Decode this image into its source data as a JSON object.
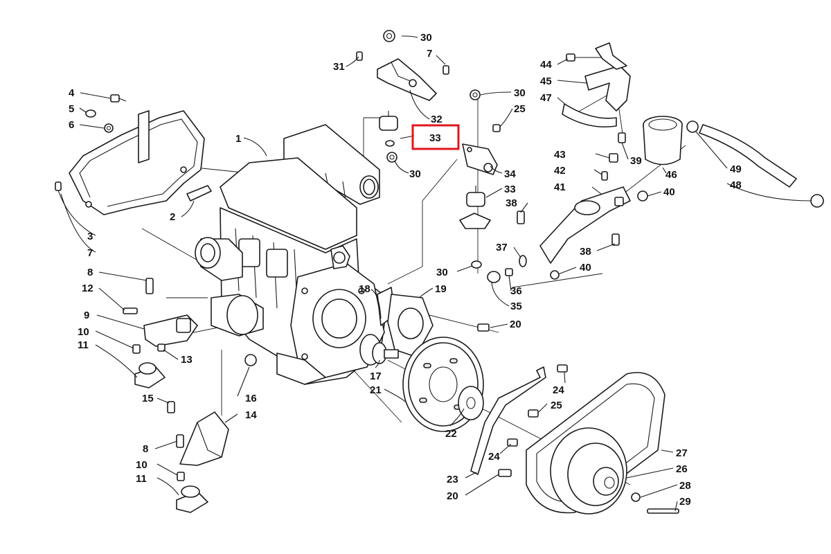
{
  "highlight": {
    "part_number": "33",
    "color": "#e0161b"
  },
  "callouts": [
    {
      "id": "c30a",
      "text": "30"
    },
    {
      "id": "c7a",
      "text": "7"
    },
    {
      "id": "c31",
      "text": "31"
    },
    {
      "id": "c32",
      "text": "32"
    },
    {
      "id": "c33a",
      "text": "33"
    },
    {
      "id": "c30b",
      "text": "30"
    },
    {
      "id": "c30c",
      "text": "30"
    },
    {
      "id": "c25a",
      "text": "25"
    },
    {
      "id": "c34",
      "text": "34"
    },
    {
      "id": "c33b",
      "text": "33"
    },
    {
      "id": "c30d",
      "text": "30"
    },
    {
      "id": "c4",
      "text": "4"
    },
    {
      "id": "c5",
      "text": "5"
    },
    {
      "id": "c6",
      "text": "6"
    },
    {
      "id": "c1",
      "text": "1"
    },
    {
      "id": "c2",
      "text": "2"
    },
    {
      "id": "c3",
      "text": "3"
    },
    {
      "id": "c7b",
      "text": "7"
    },
    {
      "id": "c8a",
      "text": "8"
    },
    {
      "id": "c12",
      "text": "12"
    },
    {
      "id": "c9",
      "text": "9"
    },
    {
      "id": "c10a",
      "text": "10"
    },
    {
      "id": "c11a",
      "text": "11"
    },
    {
      "id": "c13",
      "text": "13"
    },
    {
      "id": "c15",
      "text": "15"
    },
    {
      "id": "c16",
      "text": "16"
    },
    {
      "id": "c14",
      "text": "14"
    },
    {
      "id": "c8b",
      "text": "8"
    },
    {
      "id": "c10b",
      "text": "10"
    },
    {
      "id": "c11b",
      "text": "11"
    },
    {
      "id": "c18",
      "text": "18"
    },
    {
      "id": "c19",
      "text": "19"
    },
    {
      "id": "c20a",
      "text": "20"
    },
    {
      "id": "c17",
      "text": "17"
    },
    {
      "id": "c21",
      "text": "21"
    },
    {
      "id": "c22",
      "text": "22"
    },
    {
      "id": "c24a",
      "text": "24"
    },
    {
      "id": "c25b",
      "text": "25"
    },
    {
      "id": "c24b",
      "text": "24"
    },
    {
      "id": "c23",
      "text": "23"
    },
    {
      "id": "c20b",
      "text": "20"
    },
    {
      "id": "c27",
      "text": "27"
    },
    {
      "id": "c26",
      "text": "26"
    },
    {
      "id": "c28",
      "text": "28"
    },
    {
      "id": "c29",
      "text": "29"
    },
    {
      "id": "c44",
      "text": "44"
    },
    {
      "id": "c45",
      "text": "45"
    },
    {
      "id": "c47",
      "text": "47"
    },
    {
      "id": "c39",
      "text": "39"
    },
    {
      "id": "c46",
      "text": "46"
    },
    {
      "id": "c49",
      "text": "49"
    },
    {
      "id": "c48",
      "text": "48"
    },
    {
      "id": "c43",
      "text": "43"
    },
    {
      "id": "c42",
      "text": "42"
    },
    {
      "id": "c41",
      "text": "41"
    },
    {
      "id": "c40a",
      "text": "40"
    },
    {
      "id": "c38a",
      "text": "38"
    },
    {
      "id": "c37",
      "text": "37"
    },
    {
      "id": "c38b",
      "text": "38"
    },
    {
      "id": "c40b",
      "text": "40"
    },
    {
      "id": "c36",
      "text": "36"
    },
    {
      "id": "c35",
      "text": "35"
    }
  ]
}
